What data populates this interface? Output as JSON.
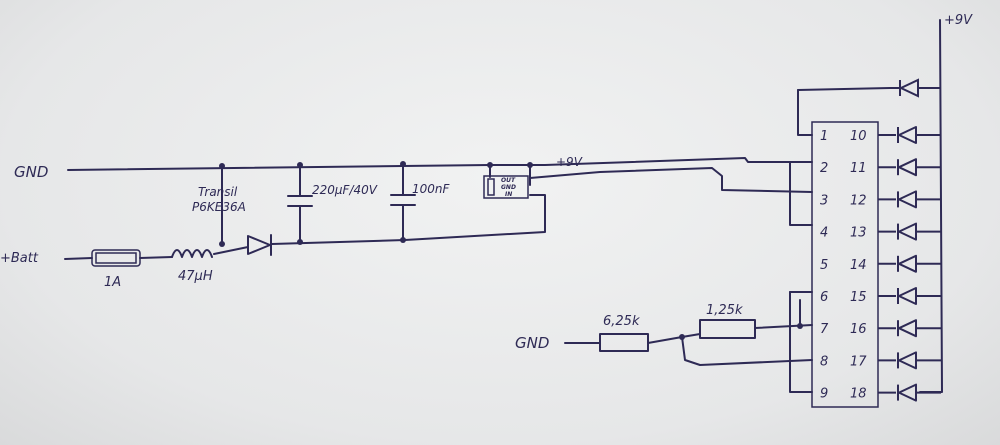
{
  "labels": {
    "gnd_left": "GND",
    "batt": "+Batt",
    "fuse": "1A",
    "inductor": "47µH",
    "transil_line1": "Transil",
    "transil_line2": "P6KE36A",
    "cap1": "220µF/40V",
    "cap2": "100nF",
    "reg_out": "OUT",
    "reg_gnd": "GND",
    "reg_in": "IN",
    "plus9v_mid": "+9V",
    "plus9v_top": "+9V",
    "gnd_bottom": "GND",
    "r1": "6,25k",
    "r2": "1,25k"
  },
  "connector": {
    "left_pins": [
      "1",
      "2",
      "3",
      "4",
      "5",
      "6",
      "7",
      "8",
      "9"
    ],
    "right_pins": [
      "10",
      "11",
      "12",
      "13",
      "14",
      "15",
      "16",
      "17",
      "18"
    ]
  },
  "colors": {
    "ink": "#2e2a55",
    "paper": "#ececec"
  }
}
